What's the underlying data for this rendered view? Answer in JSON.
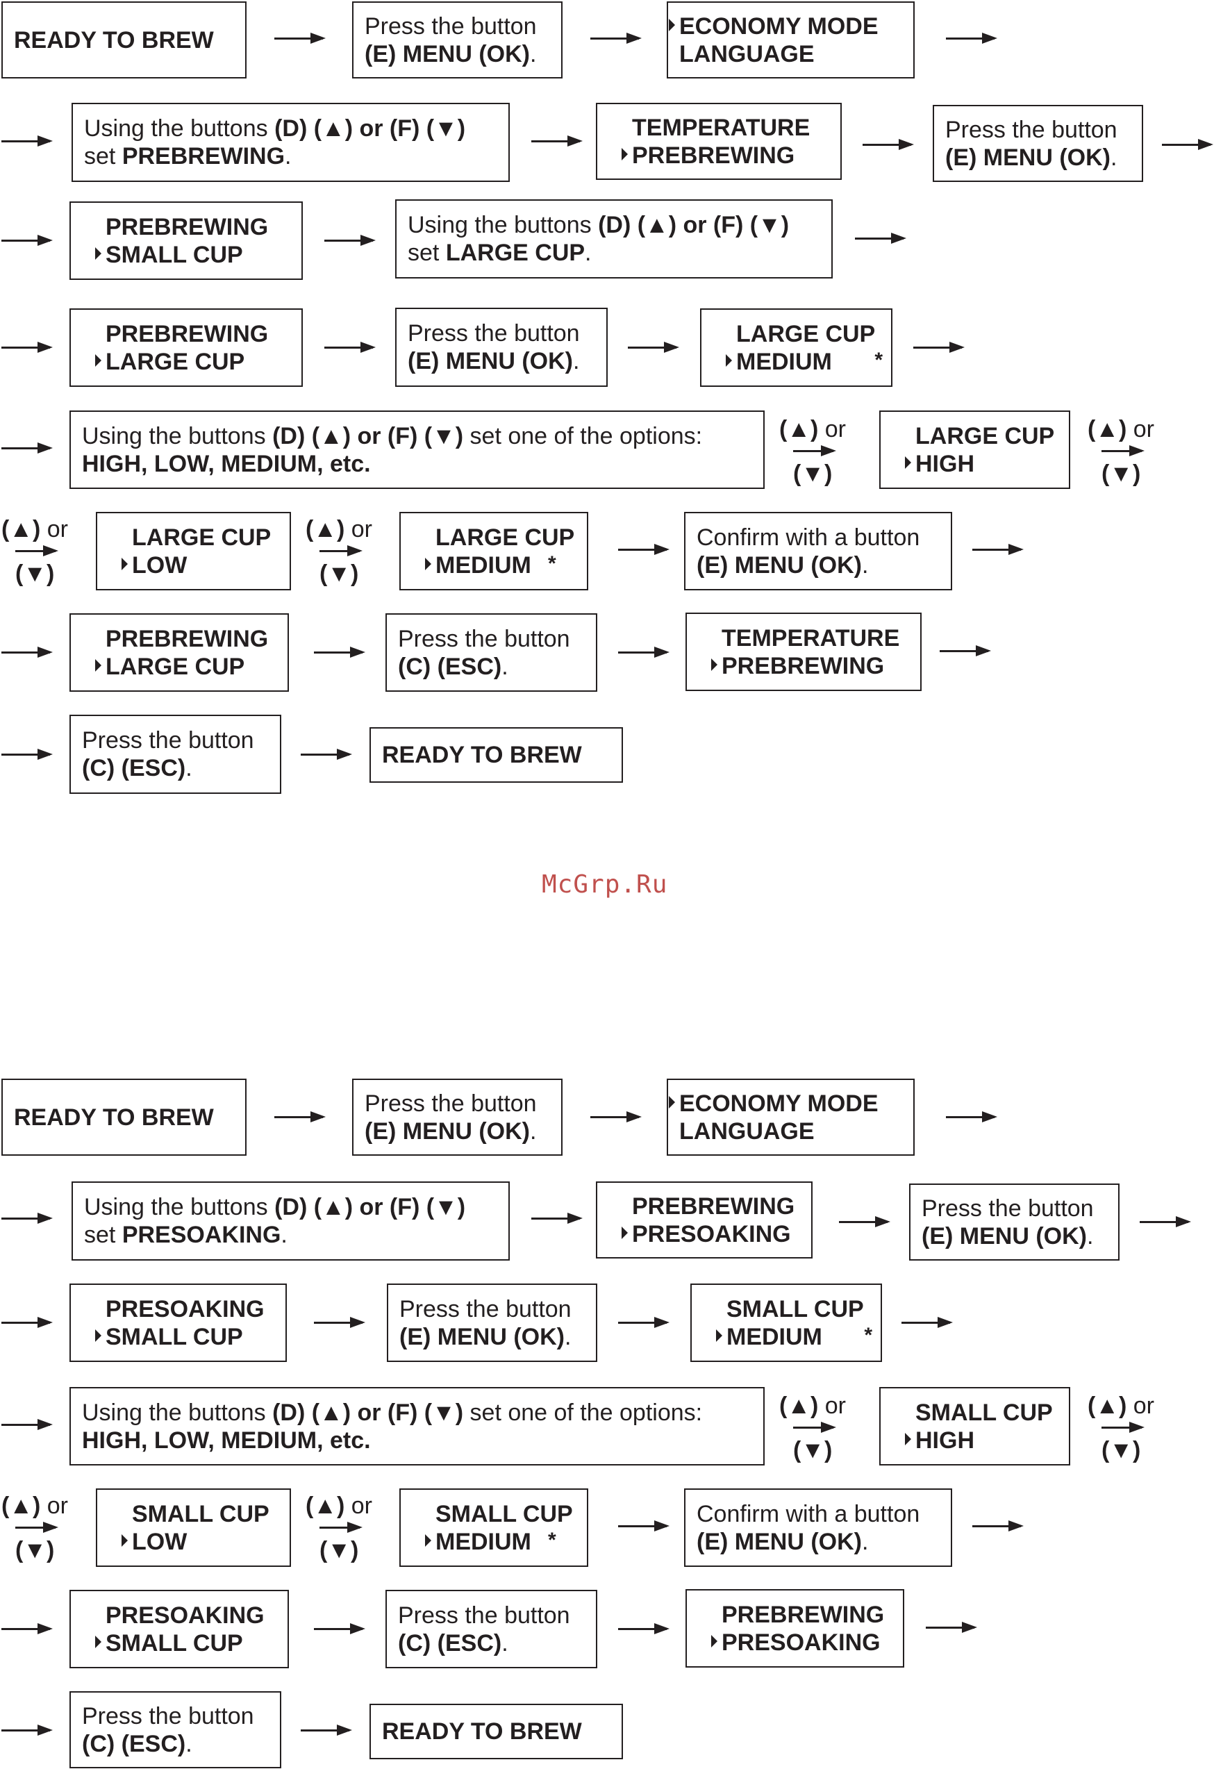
{
  "watermark": "McGrp.Ru",
  "colors": {
    "ink": "#231f20",
    "watermark": "#c0504d"
  },
  "flows": [
    {
      "steps": [
        {
          "type": "screen",
          "lines": [
            "READY TO BREW"
          ]
        },
        {
          "type": "instruction",
          "text": "Press the button",
          "action": "(E) MENU (OK)"
        },
        {
          "type": "screen",
          "lines": [
            "ECONOMY MODE",
            "LANGUAGE"
          ]
        },
        {
          "type": "instruction",
          "prefix": "Using the buttons",
          "action": "(D) (▲) or (F) (▼)",
          "text": "set",
          "target": "PREBREWING"
        },
        {
          "type": "screen",
          "lines": [
            "TEMPERATURE",
            "PREBREWING"
          ]
        },
        {
          "type": "instruction",
          "text": "Press the button",
          "action": "(E) MENU (OK)"
        },
        {
          "type": "screen",
          "lines": [
            "PREBREWING",
            "SMALL CUP"
          ]
        },
        {
          "type": "instruction",
          "prefix": "Using the buttons",
          "action": "(D) (▲) or (F) (▼)",
          "text": "set",
          "target": "LARGE CUP"
        },
        {
          "type": "screen",
          "lines": [
            "PREBREWING",
            "LARGE CUP"
          ]
        },
        {
          "type": "instruction",
          "text": "Press the button",
          "action": "(E) MENU (OK)"
        },
        {
          "type": "screen",
          "lines": [
            "LARGE CUP",
            "MEDIUM"
          ],
          "mark": "*"
        },
        {
          "type": "instruction",
          "prefix": "Using the buttons",
          "action": "(D) (▲) or (F) (▼)",
          "text": "set one of the options:",
          "options": "HIGH, LOW, MEDIUM, etc."
        },
        {
          "type": "screen",
          "lines": [
            "LARGE CUP",
            "HIGH"
          ]
        },
        {
          "type": "screen",
          "lines": [
            "LARGE CUP",
            "LOW"
          ]
        },
        {
          "type": "screen",
          "lines": [
            "LARGE CUP",
            "MEDIUM"
          ],
          "mark": "*"
        },
        {
          "type": "instruction",
          "text": "Confirm with a button",
          "action": "(E) MENU (OK)"
        },
        {
          "type": "screen",
          "lines": [
            "PREBREWING",
            "LARGE CUP"
          ]
        },
        {
          "type": "instruction",
          "text": "Press the button",
          "action": "(C) (ESC)"
        },
        {
          "type": "screen",
          "lines": [
            "TEMPERATURE",
            "PREBREWING"
          ]
        },
        {
          "type": "instruction",
          "text": "Press the button",
          "action": "(C) (ESC)"
        },
        {
          "type": "screen",
          "lines": [
            "READY TO BREW"
          ]
        }
      ]
    },
    {
      "steps": [
        {
          "type": "screen",
          "lines": [
            "READY TO BREW"
          ]
        },
        {
          "type": "instruction",
          "text": "Press the button",
          "action": "(E) MENU (OK)"
        },
        {
          "type": "screen",
          "lines": [
            "ECONOMY MODE",
            "LANGUAGE"
          ]
        },
        {
          "type": "instruction",
          "prefix": "Using the buttons",
          "action": "(D) (▲) or (F) (▼)",
          "text": "set",
          "target": "PRESOAKING"
        },
        {
          "type": "screen",
          "lines": [
            "PREBREWING",
            "PRESOAKING"
          ]
        },
        {
          "type": "instruction",
          "text": "Press the button",
          "action": "(E) MENU (OK)"
        },
        {
          "type": "screen",
          "lines": [
            "PRESOAKING",
            "SMALL CUP"
          ]
        },
        {
          "type": "instruction",
          "text": "Press the button",
          "action": "(E) MENU (OK)"
        },
        {
          "type": "screen",
          "lines": [
            "SMALL CUP",
            "MEDIUM"
          ],
          "mark": "*"
        },
        {
          "type": "instruction",
          "prefix": "Using the buttons",
          "action": "(D) (▲) or (F) (▼)",
          "text": "set one of the options:",
          "options": "HIGH, LOW, MEDIUM, etc."
        },
        {
          "type": "screen",
          "lines": [
            "SMALL CUP",
            "HIGH"
          ]
        },
        {
          "type": "screen",
          "lines": [
            "SMALL CUP",
            "LOW"
          ]
        },
        {
          "type": "screen",
          "lines": [
            "SMALL CUP",
            "MEDIUM"
          ],
          "mark": "*"
        },
        {
          "type": "instruction",
          "text": "Confirm with a button",
          "action": "(E) MENU (OK)"
        },
        {
          "type": "screen",
          "lines": [
            "PRESOAKING",
            "SMALL CUP"
          ]
        },
        {
          "type": "instruction",
          "text": "Press the button",
          "action": "(C) (ESC)"
        },
        {
          "type": "screen",
          "lines": [
            "PREBREWING",
            "PRESOAKING"
          ]
        },
        {
          "type": "instruction",
          "text": "Press the button",
          "action": "(C) (ESC)"
        },
        {
          "type": "screen",
          "lines": [
            "READY TO BREW"
          ]
        }
      ]
    }
  ],
  "alt_label": {
    "up": "(▲)",
    "or": "or",
    "down": "(▼)"
  }
}
